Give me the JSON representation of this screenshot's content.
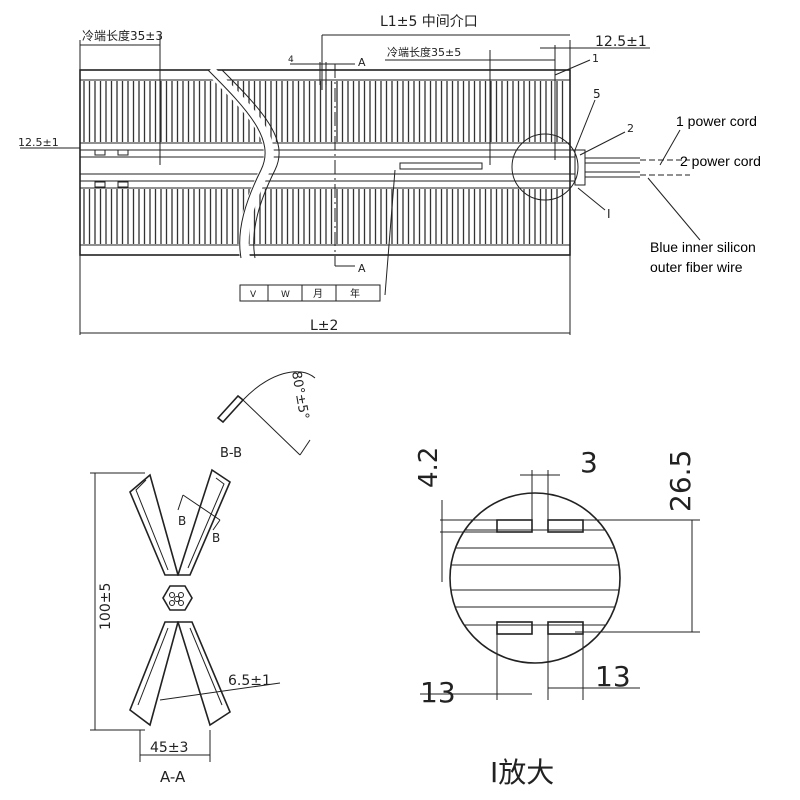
{
  "top_view": {
    "cold_end_left": "冷端长度35±3",
    "mid_opening": "L1±5 中间介口",
    "cold_end_right": "冷端长度35±5",
    "dim_right_top": "12.5±1",
    "dim_left_middle": "12.5±1",
    "overall_length": "L±2",
    "small_dim": "4",
    "section_mark_top": "A",
    "section_mark_bottom": "A",
    "part_1": "1",
    "part_5": "5",
    "part_2": "2",
    "detail_mark": "I",
    "stamp_fields": [
      "V",
      "W",
      "月",
      "年"
    ],
    "label_power_cord_1": "1 power cord",
    "label_power_cord_2": "2 power cord",
    "label_wire_line1": "Blue inner silicon",
    "label_wire_line2": "outer fiber wire"
  },
  "section_bb": {
    "angle": "80°±5°",
    "title": "B-B"
  },
  "section_aa": {
    "height_dim": "100±5",
    "thickness_dim": "6.5±1",
    "width_dim": "45±3",
    "title": "A-A",
    "b_mark_1": "B",
    "b_mark_2": "B"
  },
  "detail_i": {
    "dim_42": "4.2",
    "dim_3": "3",
    "dim_265": "26.5",
    "dim_13_left": "13",
    "dim_13_right": "13",
    "title": "I放大"
  }
}
